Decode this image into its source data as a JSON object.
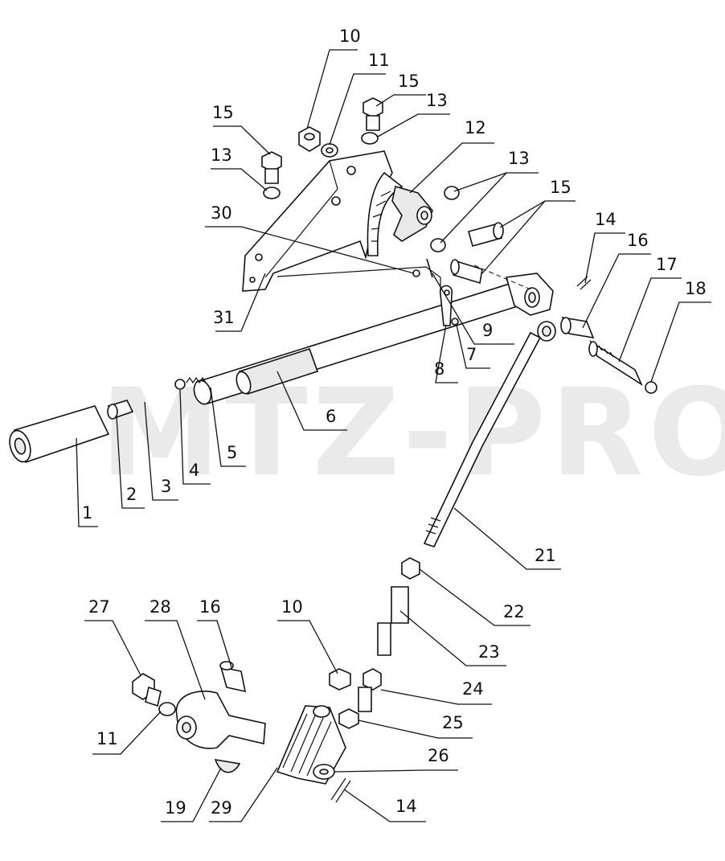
{
  "watermark": "MTZ-PRO",
  "callouts": [
    {
      "id": "c10a",
      "label": "10"
    },
    {
      "id": "c11a",
      "label": "11"
    },
    {
      "id": "c15a",
      "label": "15"
    },
    {
      "id": "c13a",
      "label": "13"
    },
    {
      "id": "c12",
      "label": "12"
    },
    {
      "id": "c15b",
      "label": "15"
    },
    {
      "id": "c13b",
      "label": "13"
    },
    {
      "id": "c13c",
      "label": "13"
    },
    {
      "id": "c15c",
      "label": "15"
    },
    {
      "id": "c30",
      "label": "30"
    },
    {
      "id": "c14a",
      "label": "14"
    },
    {
      "id": "c16a",
      "label": "16"
    },
    {
      "id": "c17",
      "label": "17"
    },
    {
      "id": "c18",
      "label": "18"
    },
    {
      "id": "c31",
      "label": "31"
    },
    {
      "id": "c9",
      "label": "9"
    },
    {
      "id": "c7",
      "label": "7"
    },
    {
      "id": "c8",
      "label": "8"
    },
    {
      "id": "c6",
      "label": "6"
    },
    {
      "id": "c5",
      "label": "5"
    },
    {
      "id": "c4",
      "label": "4"
    },
    {
      "id": "c3",
      "label": "3"
    },
    {
      "id": "c2",
      "label": "2"
    },
    {
      "id": "c1",
      "label": "1"
    },
    {
      "id": "c21",
      "label": "21"
    },
    {
      "id": "c22",
      "label": "22"
    },
    {
      "id": "c23",
      "label": "23"
    },
    {
      "id": "c24",
      "label": "24"
    },
    {
      "id": "c25",
      "label": "25"
    },
    {
      "id": "c26",
      "label": "26"
    },
    {
      "id": "c14b",
      "label": "14"
    },
    {
      "id": "c27",
      "label": "27"
    },
    {
      "id": "c28",
      "label": "28"
    },
    {
      "id": "c16b",
      "label": "16"
    },
    {
      "id": "c10b",
      "label": "10"
    },
    {
      "id": "c11b",
      "label": "11"
    },
    {
      "id": "c19",
      "label": "19"
    },
    {
      "id": "c29",
      "label": "29"
    }
  ]
}
